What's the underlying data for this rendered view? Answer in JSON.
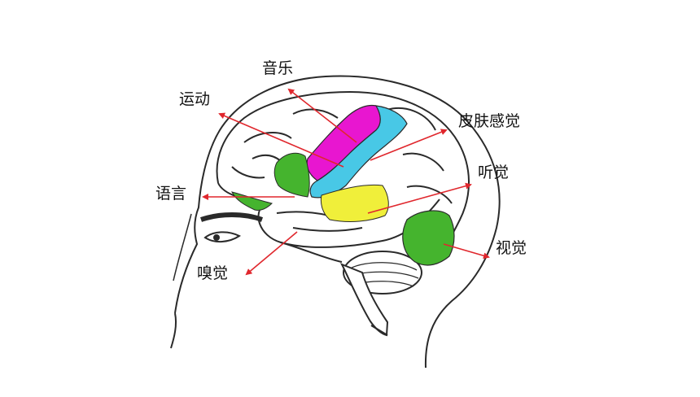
{
  "labels": {
    "music": "音乐",
    "motor": "运动",
    "somatosensory": "皮肤感觉",
    "hearing": "听觉",
    "language": "语言",
    "vision": "视觉",
    "smell": "嗅觉"
  },
  "colors": {
    "arrow": "#e0272d",
    "music_region": "#e816d0",
    "somatosensory_region": "#48c8e6",
    "hearing_region": "#f0ef3a",
    "language_region": "#45b42e",
    "vision_region": "#45b42e",
    "outline": "#2a2a2a"
  }
}
